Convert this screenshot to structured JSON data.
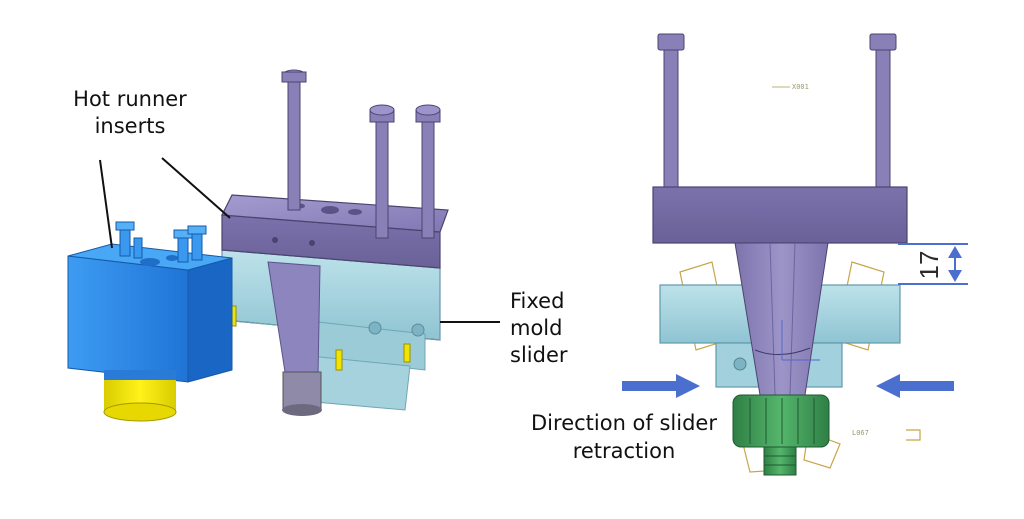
{
  "labels": {
    "hot_runner_line1": "Hot runner",
    "hot_runner_line2": "inserts",
    "fixed_line1": "Fixed",
    "fixed_line2": "mold",
    "fixed_line3": "slider",
    "direction_line1": "Direction of slider",
    "direction_line2": "retraction"
  },
  "dimension": {
    "value": "17"
  },
  "sketch_tags": {
    "top": "X001",
    "bottom": "L067"
  },
  "colors": {
    "hot_runner_blue": "#2f8be6",
    "nozzle_yellow": "#f2e400",
    "plate_purple": "#8a80b8",
    "slider_cyan": "#a8d6e0",
    "nozzle_green": "#3f9a55",
    "arrow_blue": "#4a6fcf",
    "sketch_gold": "#c8a54a"
  }
}
